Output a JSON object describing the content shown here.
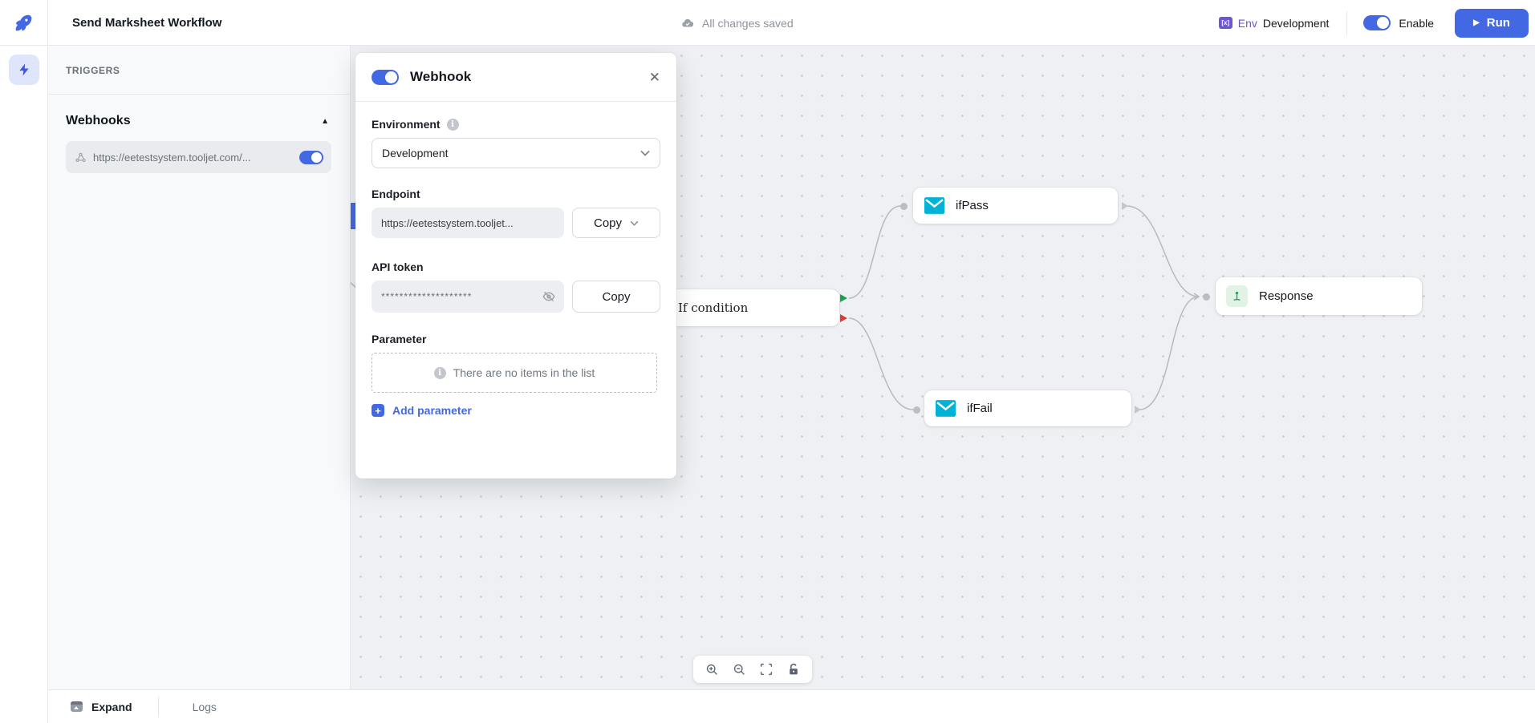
{
  "colors": {
    "accent": "#4368e3",
    "env_purple": "#6e56cf",
    "success_green": "#18a34a",
    "danger_red": "#dc3a3a",
    "mail_cyan": "#00b2d6",
    "response_green": "#2f9e63",
    "canvas_bg": "#eef0f3"
  },
  "header": {
    "title": "Send Marksheet Workflow",
    "autosave": "All changes saved",
    "env_label": "Env",
    "env_icon_text": "[x]",
    "env_value": "Development",
    "enable_label": "Enable",
    "run_label": "Run",
    "play_glyph": "▶"
  },
  "sidebar": {
    "section_title": "TRIGGERS",
    "group_title": "Webhooks",
    "collapse_glyph": "▲",
    "webhook_url": "https://eetestsystem.tooljet.com/...",
    "webhook_enabled": true
  },
  "modal": {
    "title": "Webhook",
    "enabled": true,
    "close_glyph": "✕",
    "environment_label": "Environment",
    "environment_value": "Development",
    "endpoint_label": "Endpoint",
    "endpoint_value": "https://eetestsystem.tooljet...",
    "endpoint_copy_label": "Copy",
    "api_token_label": "API token",
    "api_token_value": "********************",
    "api_token_copy_label": "Copy",
    "parameter_label": "Parameter",
    "parameter_empty_text": "There are no items in the list",
    "add_parameter_label": "Add parameter",
    "plus_glyph": "+",
    "info_glyph": "i"
  },
  "canvas": {
    "nodes": [
      {
        "id": "if-condition",
        "label": "If condition",
        "type": "if"
      },
      {
        "id": "ifpass",
        "label": "ifPass",
        "type": "smtp"
      },
      {
        "id": "iffail",
        "label": "ifFail",
        "type": "smtp"
      },
      {
        "id": "response",
        "label": "Response",
        "type": "response"
      }
    ],
    "controls": [
      "zoom-in",
      "zoom-out",
      "fit-view",
      "lock"
    ]
  },
  "footer": {
    "expand_label": "Expand",
    "logs_label": "Logs"
  }
}
